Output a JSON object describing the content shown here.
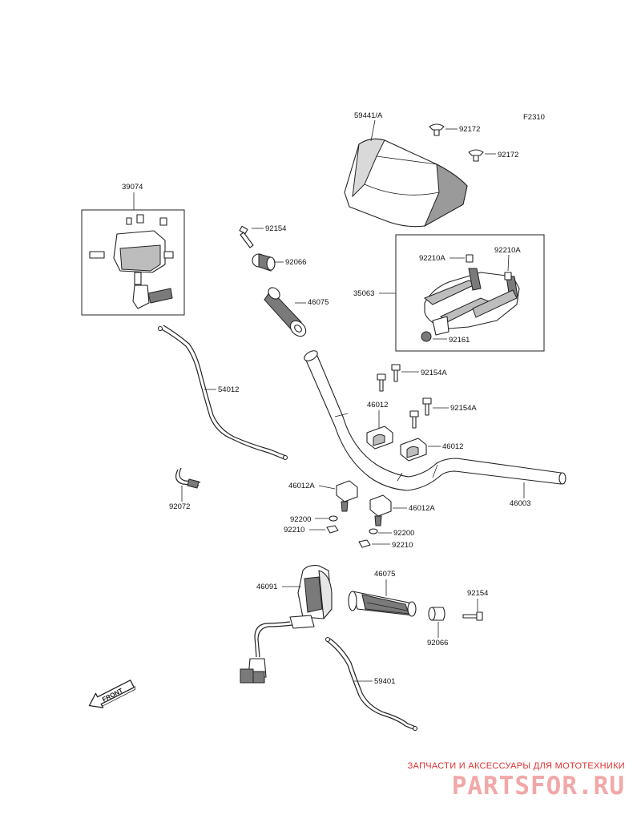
{
  "figure_code": "F2310",
  "labels": {
    "l_59441A": "59441/A",
    "l_92172a": "92172",
    "l_92172b": "92172",
    "l_39074": "39074",
    "l_92154a": "92154",
    "l_92066a": "92066",
    "l_46075a": "46075",
    "l_35063": "35063",
    "l_92210Aa": "92210A",
    "l_92210Ab": "92210A",
    "l_92161": "92161",
    "l_54012": "54012",
    "l_92154Aa": "92154A",
    "l_92154Ab": "92154A",
    "l_46012a": "46012",
    "l_46012b": "46012",
    "l_46012Aa": "46012A",
    "l_46012Ab": "46012A",
    "l_92072": "92072",
    "l_46003": "46003",
    "l_92200a": "92200",
    "l_92210a": "92210",
    "l_92200b": "92200",
    "l_92210b": "92210",
    "l_46091": "46091",
    "l_46075b": "46075",
    "l_92154b": "92154",
    "l_92066b": "92066",
    "l_59401": "59401"
  },
  "front_arrow": "FRONT",
  "watermark": {
    "caption": "ЗАПЧАСТИ И АКСЕССУАРЫ ДЛЯ МОТОТЕХНИКИ",
    "logo": "PARTSFOR.RU"
  }
}
